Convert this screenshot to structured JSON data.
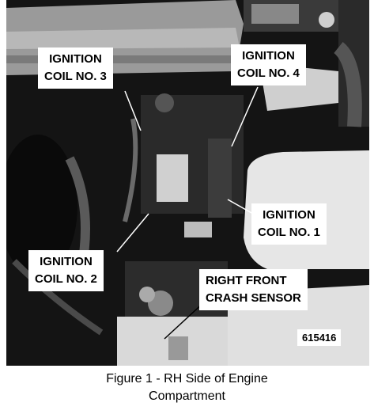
{
  "labels": {
    "coil3": [
      "IGNITION",
      "COIL NO. 3"
    ],
    "coil4": [
      "IGNITION",
      "COIL NO. 4"
    ],
    "coil1": [
      "IGNITION",
      "COIL NO. 1"
    ],
    "coil2": [
      "IGNITION",
      "COIL NO. 2"
    ],
    "crash_sensor": [
      "RIGHT FRONT",
      "CRASH SENSOR"
    ]
  },
  "ref_number": "615416",
  "caption": [
    "Figure 1 - RH Side of Engine",
    "Compartment"
  ]
}
